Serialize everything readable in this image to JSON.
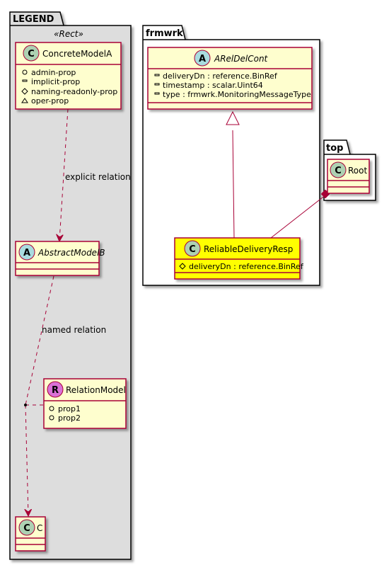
{
  "packages": {
    "legend": {
      "title": "LEGEND",
      "stereotype": "«Rect»"
    },
    "frmwrk": {
      "title": "frmwrk"
    },
    "top": {
      "title": "top"
    }
  },
  "classes": {
    "concrete_model_a": {
      "glyph": "C",
      "name": "ConcreteModelA",
      "attributes": [
        {
          "vis": "+",
          "text": "admin-prop"
        },
        {
          "vis": "-",
          "text": "implicit-prop"
        },
        {
          "vis": "#",
          "text": "naming-readonly-prop"
        },
        {
          "vis": "~",
          "text": "oper-prop"
        }
      ]
    },
    "abstract_model_b": {
      "glyph": "A",
      "name": "AbstractModelB"
    },
    "relation_model": {
      "glyph": "R",
      "name": "RelationModel",
      "attributes": [
        {
          "vis": "+",
          "text": "prop1"
        },
        {
          "vis": "+",
          "text": "prop2"
        }
      ]
    },
    "c": {
      "glyph": "C",
      "name": "C"
    },
    "arel_del_cont": {
      "glyph": "A",
      "name": "ARelDelCont",
      "attributes": [
        {
          "vis": "-",
          "text": "deliveryDn : reference.BinRef"
        },
        {
          "vis": "-",
          "text": "timestamp : scalar.Uint64"
        },
        {
          "vis": "-",
          "text": "type : frmwrk.MonitoringMessageType"
        }
      ]
    },
    "reliable_delivery_resp": {
      "glyph": "C",
      "name": "ReliableDeliveryResp",
      "attributes": [
        {
          "vis": "#",
          "text": "deliveryDn : reference.BinRef"
        }
      ]
    },
    "root": {
      "glyph": "C",
      "name": "Root"
    }
  },
  "relations": {
    "explicit": "explicit relation",
    "named": "named relation"
  },
  "colors": {
    "class_fill": "#FEFECE",
    "class_border": "#A80036",
    "highlight_fill": "#FFFF00",
    "legend_fill": "#DDDDDD",
    "glyph_c": "#ADD1B2",
    "glyph_a": "#A9DCDF",
    "glyph_r": "#DA70D6"
  }
}
